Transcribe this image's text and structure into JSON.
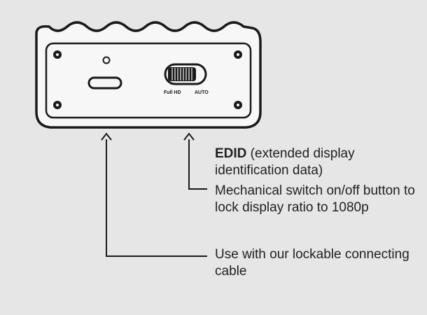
{
  "device": {
    "switch_labels": {
      "left": "Full HD",
      "right": "AUTO"
    }
  },
  "callouts": {
    "edid": {
      "title": "EDID",
      "text": " (extended display identification data)"
    },
    "switch": {
      "text": "Mechanical switch on/off button to lock display ratio to 1080p"
    },
    "cable": {
      "text": "Use with our lockable connecting cable"
    }
  },
  "colors": {
    "background": "#e6e6e6",
    "device_fill": "#f7f7f7",
    "outline": "#1a1a1a",
    "text": "#1f1f1f"
  }
}
